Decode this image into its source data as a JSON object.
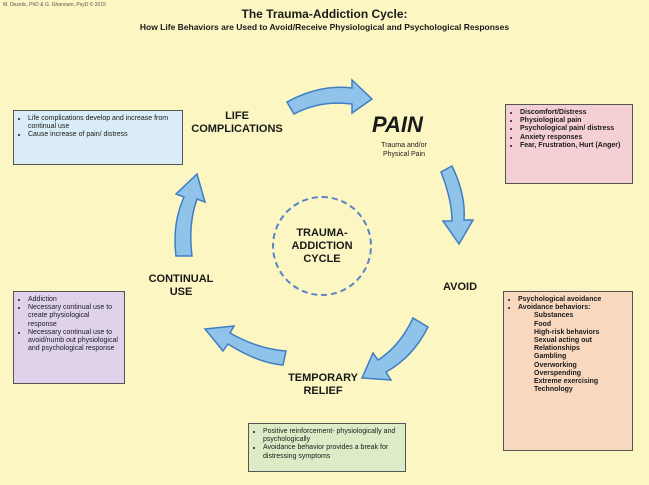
{
  "credit": "M. Dezelic, PhD & G. Ghanoum, PsyD © 2015",
  "title": "The Trauma-Addiction Cycle:",
  "subtitle": "How Life Behaviors are Used to Avoid/Receive Physiological and Psychological Responses",
  "center_label": "TRAUMA-ADDICTION CYCLE",
  "stages": {
    "pain": "PAIN",
    "pain_sub": "Trauma and/or Physical Pain",
    "avoid": "AVOID",
    "temporary_relief": "TEMPORARY RELIEF",
    "continual_use": "CONTINUAL USE",
    "life_complications": "LIFE COMPLICATIONS"
  },
  "boxes": {
    "life_complications": [
      "Life complications develop and increase from continual use",
      "Cause increase of pain/ distress"
    ],
    "pain": [
      "Discomfort/Distress",
      "Physiological pain",
      "Psychological pain/ distress",
      "Anxiety responses",
      "Fear, Frustration, Hurt (Anger)"
    ],
    "avoid": {
      "items": [
        "Psychological avoidance",
        "Avoidance behaviors:"
      ],
      "sub": [
        "Substances",
        "Food",
        "High-risk behaviors",
        "Sexual acting out",
        "Relationships",
        "Gambling",
        "Overworking",
        "Overspending",
        "Extreme exercising",
        "Technology"
      ]
    },
    "continual_use": [
      "Addiction",
      "Necessary continual use to create physiological response",
      "Necessary continual use to avoid/numb out physiological and psychological response"
    ],
    "temporary_relief": [
      "Positive reinforcement- physiologically and psychologically",
      "Avoidance behavior provides a break for distressing symptoms"
    ]
  },
  "colors": {
    "background": "#fbf6c2",
    "arrow_fill": "#8fc3ea",
    "arrow_stroke": "#3f7ec4",
    "dashed_circle": "#5b83c8"
  }
}
